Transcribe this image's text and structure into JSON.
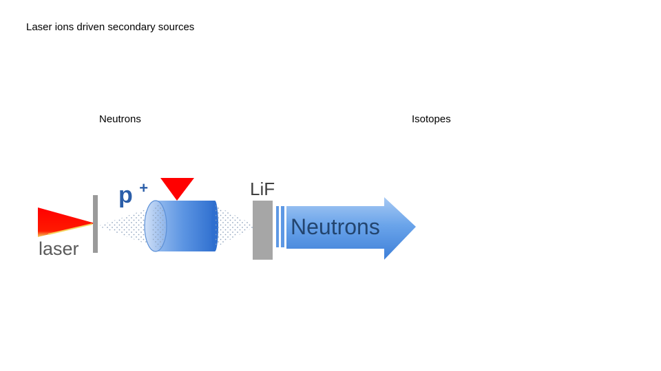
{
  "slide": {
    "title": "Laser ions driven secondary sources"
  },
  "sections": {
    "left_caption": "Neutrons",
    "right_caption": "Isotopes"
  },
  "diagram": {
    "laser_label": "laser",
    "proton_label": "p",
    "proton_sup": "+",
    "converter_label": "LiF",
    "output_label": "Neutrons",
    "colors": {
      "laser": "#ff0000",
      "laser_glow": "#f4d35e",
      "arrow": "#4f90e6",
      "cylinder": "#3d7fdc",
      "converter": "#a6a6a6",
      "proton_text": "#2b5ea9",
      "dots": "#8fa4bd"
    }
  }
}
